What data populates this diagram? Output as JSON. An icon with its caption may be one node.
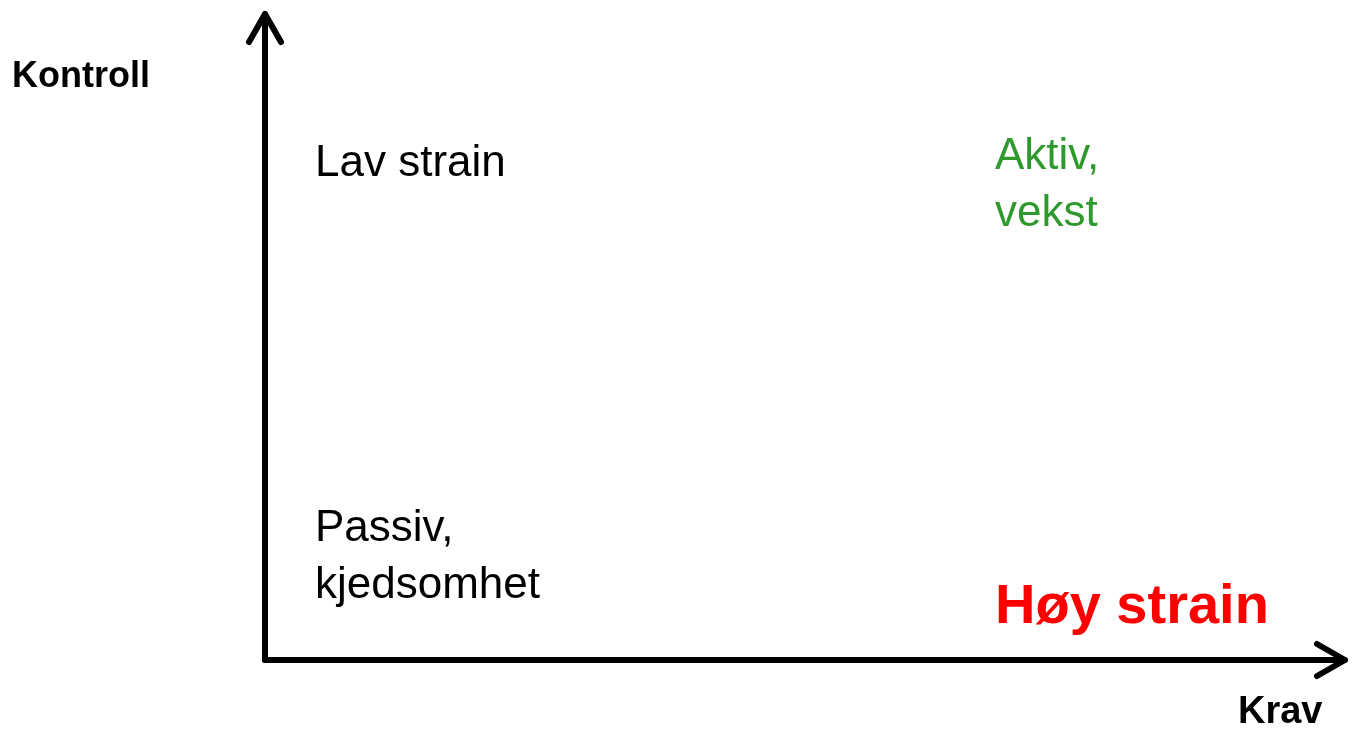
{
  "diagram": {
    "labels": [
      "Kontroll",
      "Lav strain",
      "Aktiv, vekst",
      "Passiv, kjedsomhet",
      "Høy strain",
      "Krav"
    ]
  }
}
